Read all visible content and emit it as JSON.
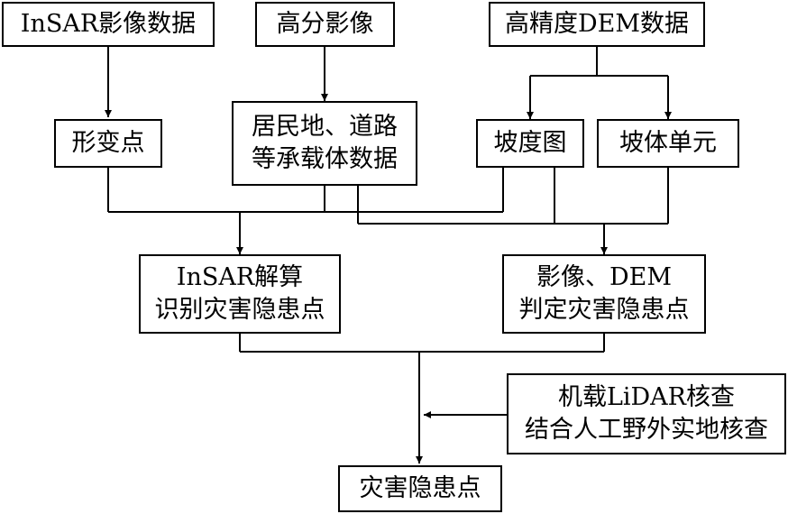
{
  "colors": {
    "line": "#000000",
    "background": "#ffffff"
  },
  "nodes": {
    "insar_data": {
      "line1": "InSAR影像数据"
    },
    "hires_image": {
      "line1": "高分影像"
    },
    "dem_data": {
      "line1": "高精度DEM数据"
    },
    "deformation_points": {
      "line1": "形变点"
    },
    "residential_roads": {
      "line1": "居民地、道路",
      "line2": "等承载体数据"
    },
    "slope_map": {
      "line1": "坡度图"
    },
    "slope_unit": {
      "line1": "坡体单元"
    },
    "insar_solve": {
      "line1": "InSAR解算",
      "line2": "识别灾害隐患点"
    },
    "image_dem_judge": {
      "line1": "影像、DEM",
      "line2": "判定灾害隐患点"
    },
    "lidar_check": {
      "line1": "机载LiDAR核查",
      "line2": "结合人工野外实地核查"
    },
    "hazard_points": {
      "line1": "灾害隐患点"
    }
  }
}
